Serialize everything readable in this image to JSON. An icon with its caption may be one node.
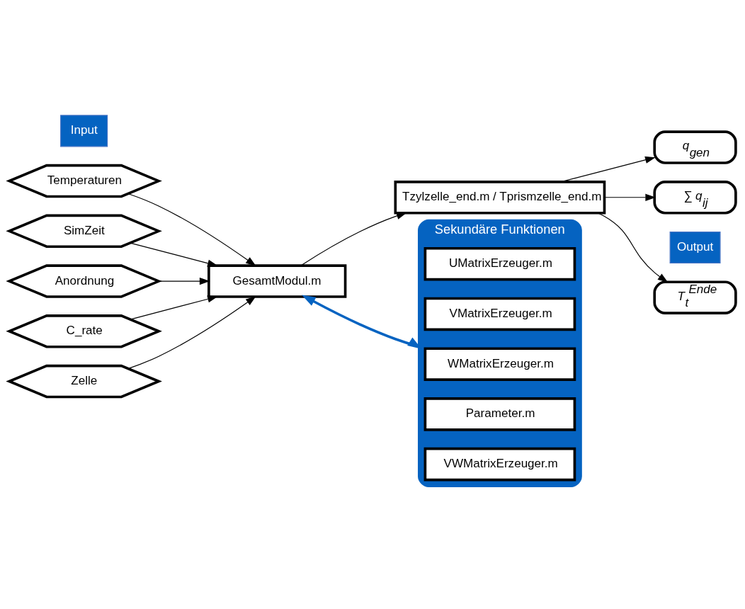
{
  "diagram": {
    "nodes": [
      {
        "text": [
          "Input"
        ]
      },
      {
        "text": [
          "Temperaturen"
        ]
      },
      {
        "text": [
          "SimZeit"
        ]
      },
      {
        "text": [
          "Anordnung"
        ]
      },
      {
        "text": [
          "C_rate"
        ]
      },
      {
        "text": [
          "Zelle"
        ]
      },
      {
        "text": [
          "GesamtModul.m"
        ]
      },
      {
        "text": [
          "Tzylzelle_end.m / Tprismzelle_end.m"
        ]
      },
      {
        "text": [
          "Sekundäre Funktionen"
        ]
      },
      {
        "text": [
          "UMatrixErzeuger.m"
        ],
        "in": 8
      },
      {
        "text": [
          "VMatrixErzeuger.m"
        ],
        "in": 8
      },
      {
        "text": [
          "WMatrixErzeuger.m"
        ],
        "in": 8
      },
      {
        "text": [
          "Parameter.m"
        ],
        "in": 8
      },
      {
        "text": [
          "VWMatrixErzeuger.m"
        ],
        "in": 8
      },
      {
        "text": [
          "Output"
        ]
      },
      {
        "text": [
          "T$_{t}$$^{Ende}$"
        ]
      },
      {
        "text": [
          "q$_{gen}$"
        ]
      },
      {
        "text": [
          "∑ q$_{ij}$"
        ]
      }
    ],
    "edges": [
      {
        "from": 1,
        "to": 6,
        "arrow": "to"
      },
      {
        "from": 2,
        "to": 6,
        "arrow": "to"
      },
      {
        "from": 3,
        "to": 6,
        "arrow": "to"
      },
      {
        "from": 4,
        "to": 6,
        "arrow": "to"
      },
      {
        "from": 5,
        "to": 6,
        "arrow": "to"
      },
      {
        "from": 6,
        "to": 8,
        "arrow": "both",
        "style": "thick",
        "color": "#0563c1"
      },
      {
        "from": 6,
        "to": 7,
        "arrow": "to"
      },
      {
        "from": 7,
        "to": 15,
        "arrow": "to"
      },
      {
        "from": 7,
        "to": 16,
        "arrow": "to"
      },
      {
        "from": 7,
        "to": 17,
        "arrow": "to"
      }
    ]
  }
}
